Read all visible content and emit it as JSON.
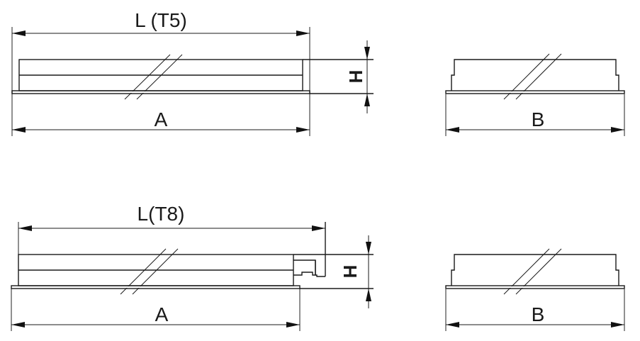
{
  "diagram": {
    "title": "Luminaire dimension drawing",
    "views": [
      {
        "id": "t5-side",
        "length_label": "L (T5)",
        "overall_label": "A",
        "height_label": "H"
      },
      {
        "id": "t5-end",
        "width_label": "B"
      },
      {
        "id": "t8-side",
        "length_label": "L(T8)",
        "overall_label": "A",
        "height_label": "H"
      },
      {
        "id": "t8-end",
        "width_label": "B"
      }
    ]
  }
}
